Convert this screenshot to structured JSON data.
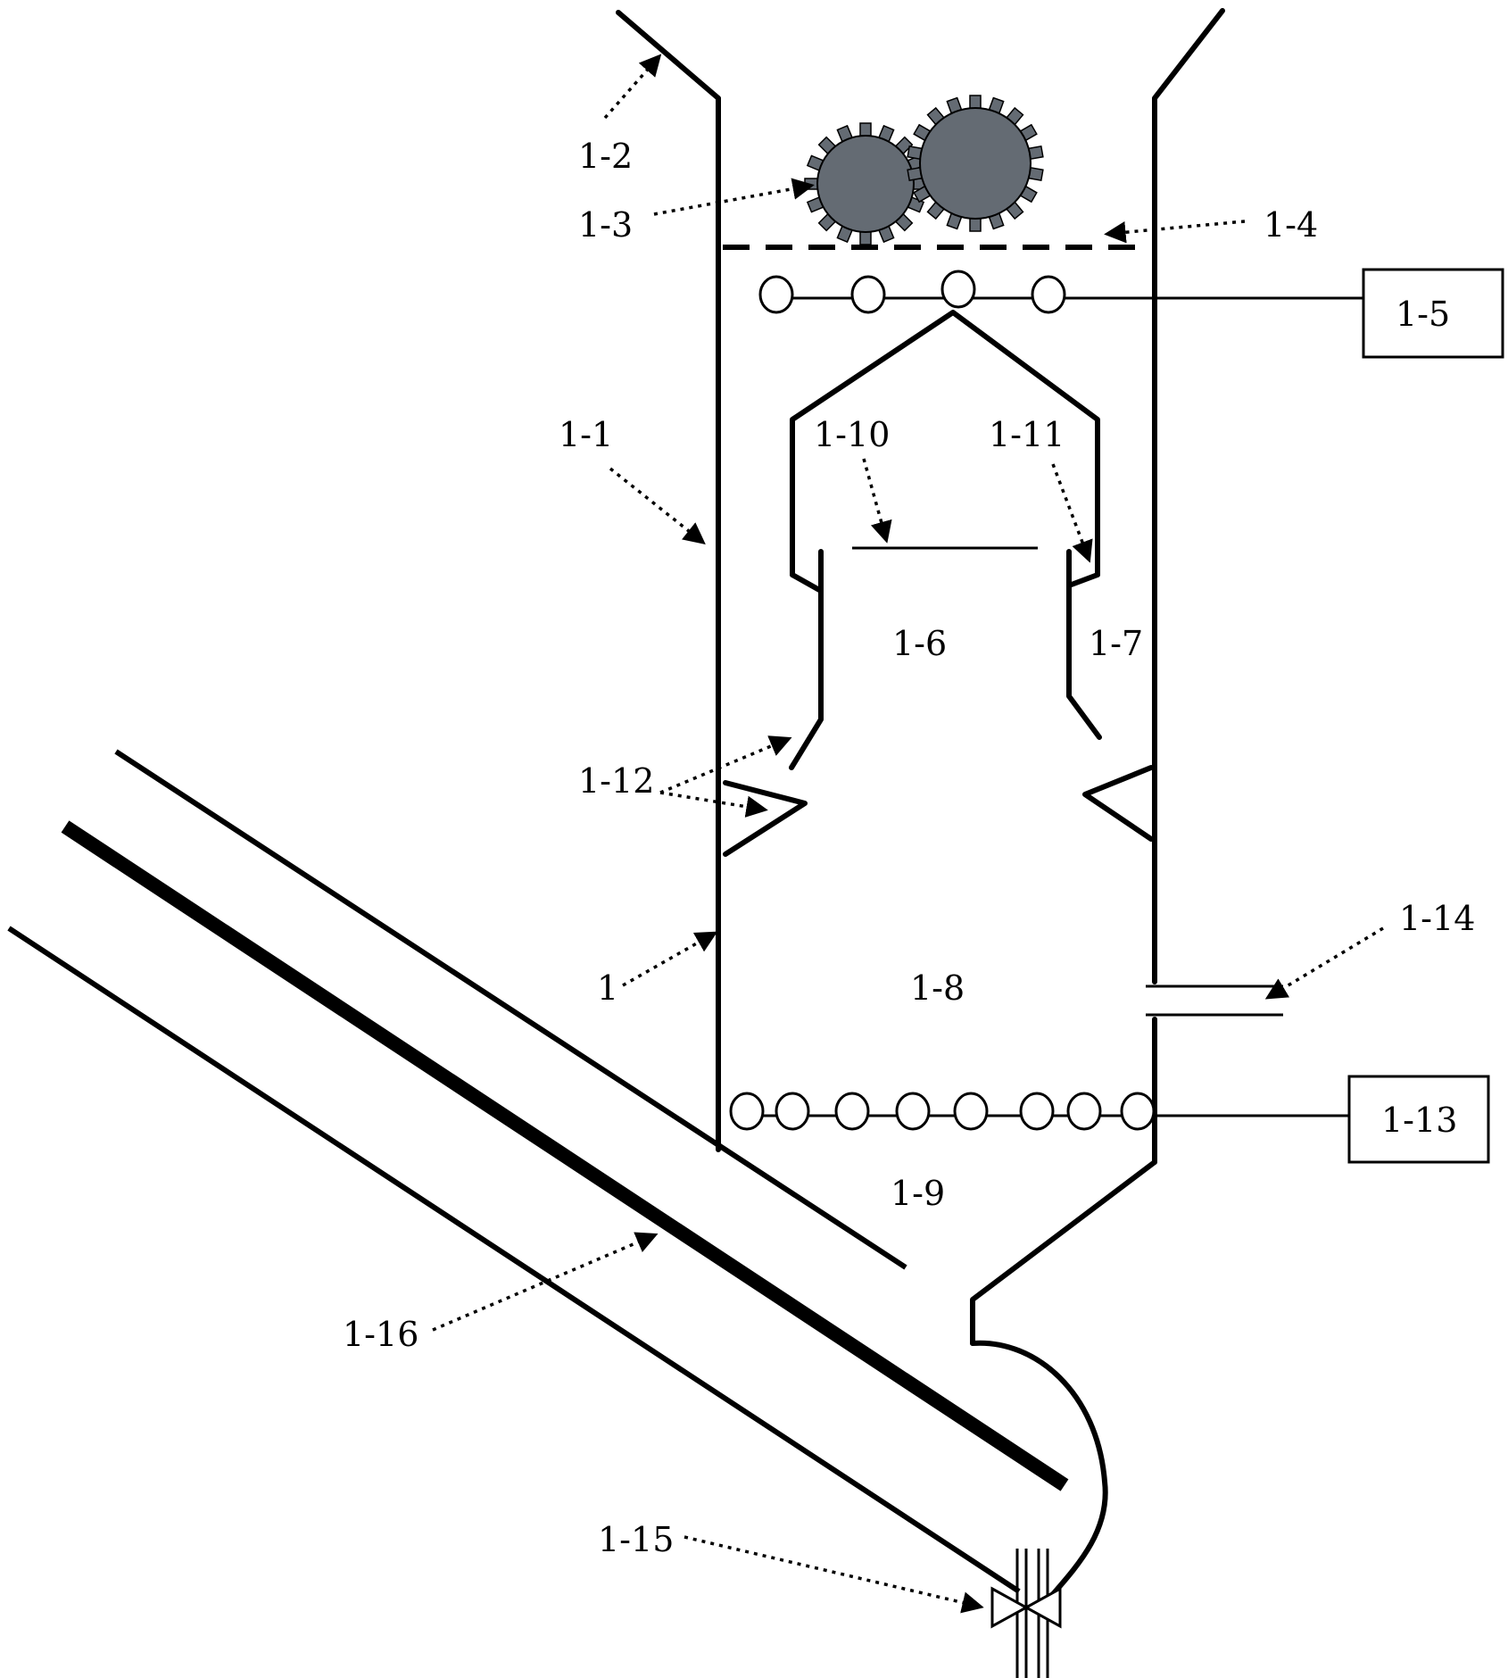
{
  "labels": {
    "l1": "1",
    "l1_1": "1-1",
    "l1_2": "1-2",
    "l1_3": "1-3",
    "l1_4": "1-4",
    "l1_5": "1-5",
    "l1_6": "1-6",
    "l1_7": "1-7",
    "l1_8": "1-8",
    "l1_9": "1-9",
    "l1_10": "1-10",
    "l1_11": "1-11",
    "l1_12": "1-12",
    "l1_13": "1-13",
    "l1_14": "1-14",
    "l1_15": "1-15",
    "l1_16": "1-16"
  },
  "colors": {
    "stroke": "#000000",
    "gear_fill": "#646b73",
    "background": "#ffffff"
  }
}
